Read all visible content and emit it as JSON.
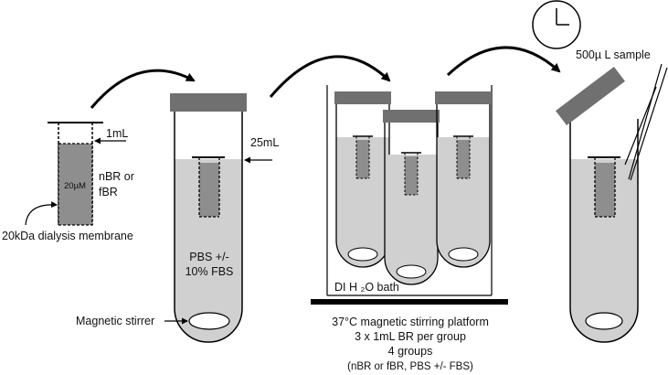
{
  "labels": {
    "vial_volume": "1mL",
    "vial_conc": "20µM",
    "vial_content_line1": "nBR or",
    "vial_content_line2": "fBR",
    "membrane": "20kDa dialysis membrane",
    "tube_volume": "25mL",
    "medium_line1": "PBS +/-",
    "medium_line2": "10% FBS",
    "stirrer": "Magnetic stirrer",
    "bath": "DI H ₂O bath",
    "platform_line1": "37°C magnetic stirring platform",
    "platform_line2": "3 x 1mL BR per group",
    "platform_line3": "4 groups",
    "platform_line4": "(nBR or fBR, PBS +/- FBS)",
    "sample": "500µ L sample"
  }
}
